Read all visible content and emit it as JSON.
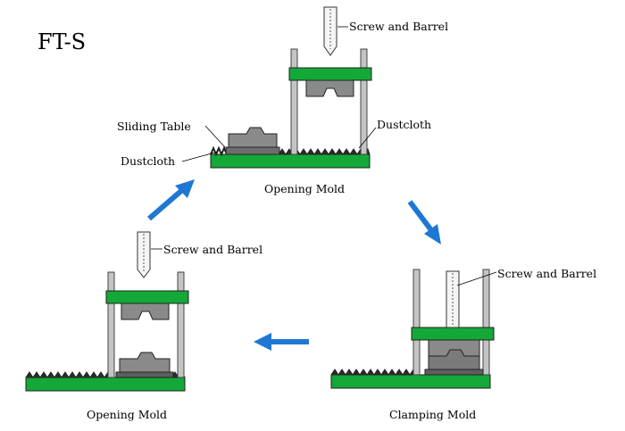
{
  "title": "FT-S",
  "stages": {
    "top": {
      "caption": "Opening Mold",
      "labels": {
        "screw": "Screw and Barrel",
        "sliding_table": "Sliding Table",
        "dustcloth_left": "Dustcloth",
        "dustcloth_right": "Dustcloth"
      }
    },
    "right": {
      "caption": "Clamping Mold",
      "labels": {
        "screw": "Screw and Barrel"
      }
    },
    "left": {
      "caption": "Opening Mold",
      "labels": {
        "screw": "Screw and Barrel"
      }
    }
  },
  "colors": {
    "green_plate": "#13a838",
    "mold": "#8a8a8a",
    "mold_dark": "#5e5e5e",
    "pillar": "#c4c4c4",
    "arrow": "#1f77d4",
    "dustcloth": "#2a2a2a"
  }
}
